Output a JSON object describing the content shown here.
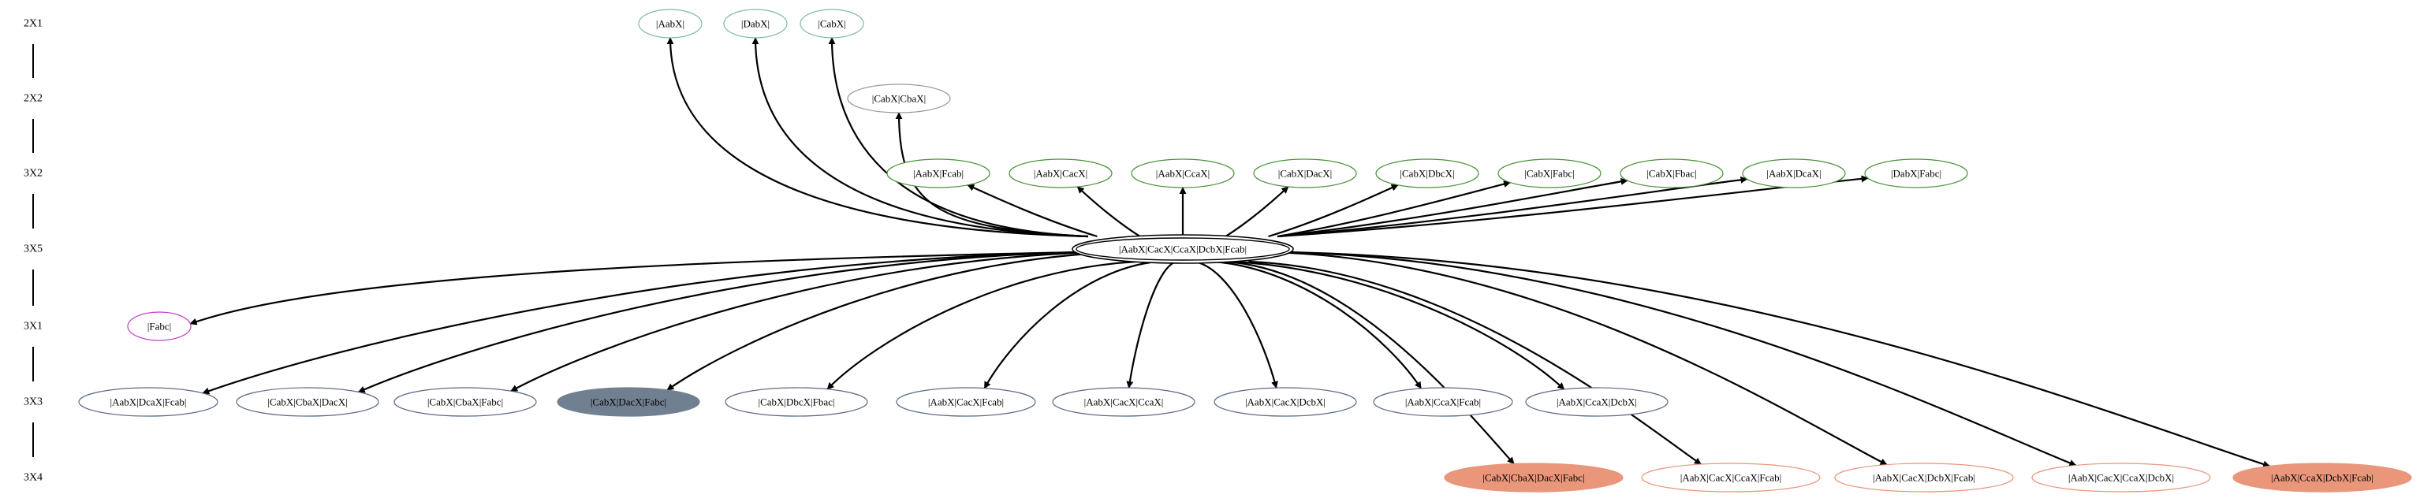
{
  "ranks": [
    {
      "id": "r1",
      "label": "2X1"
    },
    {
      "id": "r2",
      "label": "2X2"
    },
    {
      "id": "r3",
      "label": "3X2"
    },
    {
      "id": "r4",
      "label": "3X5"
    },
    {
      "id": "r5",
      "label": "3X1"
    },
    {
      "id": "r6",
      "label": "3X3"
    },
    {
      "id": "r7",
      "label": "3X4"
    }
  ],
  "center": {
    "id": "c",
    "label": "|AabX|CacX|CcaX|DcbX|Fcab|"
  },
  "nodes": [
    {
      "id": "n1",
      "label": "|AabX|",
      "rank": 0,
      "color": "#7fb8a8",
      "fill": "none",
      "text": "#000"
    },
    {
      "id": "n2",
      "label": "|DabX|",
      "rank": 0,
      "color": "#7fb8a8",
      "fill": "none",
      "text": "#000"
    },
    {
      "id": "n3",
      "label": "|CabX|",
      "rank": 0,
      "color": "#7fb8a8",
      "fill": "none",
      "text": "#000"
    },
    {
      "id": "n4",
      "label": "|CabX|CbaX|",
      "rank": 1,
      "color": "#999999",
      "fill": "none",
      "text": "#000"
    },
    {
      "id": "n5",
      "label": "|AabX|Fcab|",
      "rank": 2,
      "color": "#4a8f3a",
      "fill": "none",
      "text": "#000"
    },
    {
      "id": "n6",
      "label": "|AabX|CacX|",
      "rank": 2,
      "color": "#4a8f3a",
      "fill": "none",
      "text": "#000"
    },
    {
      "id": "n7",
      "label": "|AabX|CcaX|",
      "rank": 2,
      "color": "#4a8f3a",
      "fill": "none",
      "text": "#000"
    },
    {
      "id": "n8",
      "label": "|CabX|DacX|",
      "rank": 2,
      "color": "#4a8f3a",
      "fill": "none",
      "text": "#000"
    },
    {
      "id": "n9",
      "label": "|CabX|DbcX|",
      "rank": 2,
      "color": "#4a8f3a",
      "fill": "none",
      "text": "#000"
    },
    {
      "id": "n10",
      "label": "|CabX|Fabc|",
      "rank": 2,
      "color": "#4a8f3a",
      "fill": "none",
      "text": "#000"
    },
    {
      "id": "n11",
      "label": "|CabX|Fbac|",
      "rank": 2,
      "color": "#4a8f3a",
      "fill": "none",
      "text": "#000"
    },
    {
      "id": "n12",
      "label": "|AabX|DcaX|",
      "rank": 2,
      "color": "#4a8f3a",
      "fill": "none",
      "text": "#000"
    },
    {
      "id": "n13",
      "label": "|DabX|Fabc|",
      "rank": 2,
      "color": "#4a8f3a",
      "fill": "none",
      "text": "#000"
    },
    {
      "id": "n14",
      "label": "|Fabc|",
      "rank": 4,
      "color": "#c040c0",
      "fill": "none",
      "text": "#000"
    },
    {
      "id": "n15",
      "label": "|AabX|DcaX|Fcab|",
      "rank": 5,
      "color": "#5a6a85",
      "fill": "none",
      "text": "#000"
    },
    {
      "id": "n16",
      "label": "|CabX|CbaX|DacX|",
      "rank": 5,
      "color": "#5a6a85",
      "fill": "none",
      "text": "#000"
    },
    {
      "id": "n17",
      "label": "|CabX|CbaX|Fabc|",
      "rank": 5,
      "color": "#5a6a85",
      "fill": "none",
      "text": "#000"
    },
    {
      "id": "n18",
      "label": "|CabX|DacX|Fabc|",
      "rank": 5,
      "color": "#708090",
      "fill": "#708090",
      "text": "#000"
    },
    {
      "id": "n19",
      "label": "|CabX|DbcX|Fbac|",
      "rank": 5,
      "color": "#5a6a85",
      "fill": "none",
      "text": "#000"
    },
    {
      "id": "n20",
      "label": "|AabX|CacX|Fcab|",
      "rank": 5,
      "color": "#5a6a85",
      "fill": "none",
      "text": "#000"
    },
    {
      "id": "n21",
      "label": "|AabX|CacX|CcaX|",
      "rank": 5,
      "color": "#5a6a85",
      "fill": "none",
      "text": "#000"
    },
    {
      "id": "n22",
      "label": "|AabX|CacX|DcbX|",
      "rank": 5,
      "color": "#5a6a85",
      "fill": "none",
      "text": "#000"
    },
    {
      "id": "n23",
      "label": "|AabX|CcaX|Fcab|",
      "rank": 5,
      "color": "#5a6a85",
      "fill": "none",
      "text": "#000"
    },
    {
      "id": "n24",
      "label": "|AabX|CcaX|DcbX|",
      "rank": 5,
      "color": "#5a6a85",
      "fill": "none",
      "text": "#000"
    },
    {
      "id": "n25",
      "label": "|CabX|CbaX|DacX|Fabc|",
      "rank": 6,
      "color": "#e9967a",
      "fill": "#e9967a",
      "text": "#000"
    },
    {
      "id": "n26",
      "label": "|AabX|CacX|CcaX|Fcab|",
      "rank": 6,
      "color": "#e9967a",
      "fill": "none",
      "text": "#000"
    },
    {
      "id": "n27",
      "label": "|AabX|CacX|DcbX|Fcab|",
      "rank": 6,
      "color": "#e9967a",
      "fill": "none",
      "text": "#000"
    },
    {
      "id": "n28",
      "label": "|AabX|CacX|CcaX|DcbX|",
      "rank": 6,
      "color": "#e9967a",
      "fill": "none",
      "text": "#000"
    },
    {
      "id": "n29",
      "label": "|AabX|CcaX|DcbX|Fcab|",
      "rank": 6,
      "color": "#e9967a",
      "fill": "#e9967a",
      "text": "#000"
    }
  ]
}
